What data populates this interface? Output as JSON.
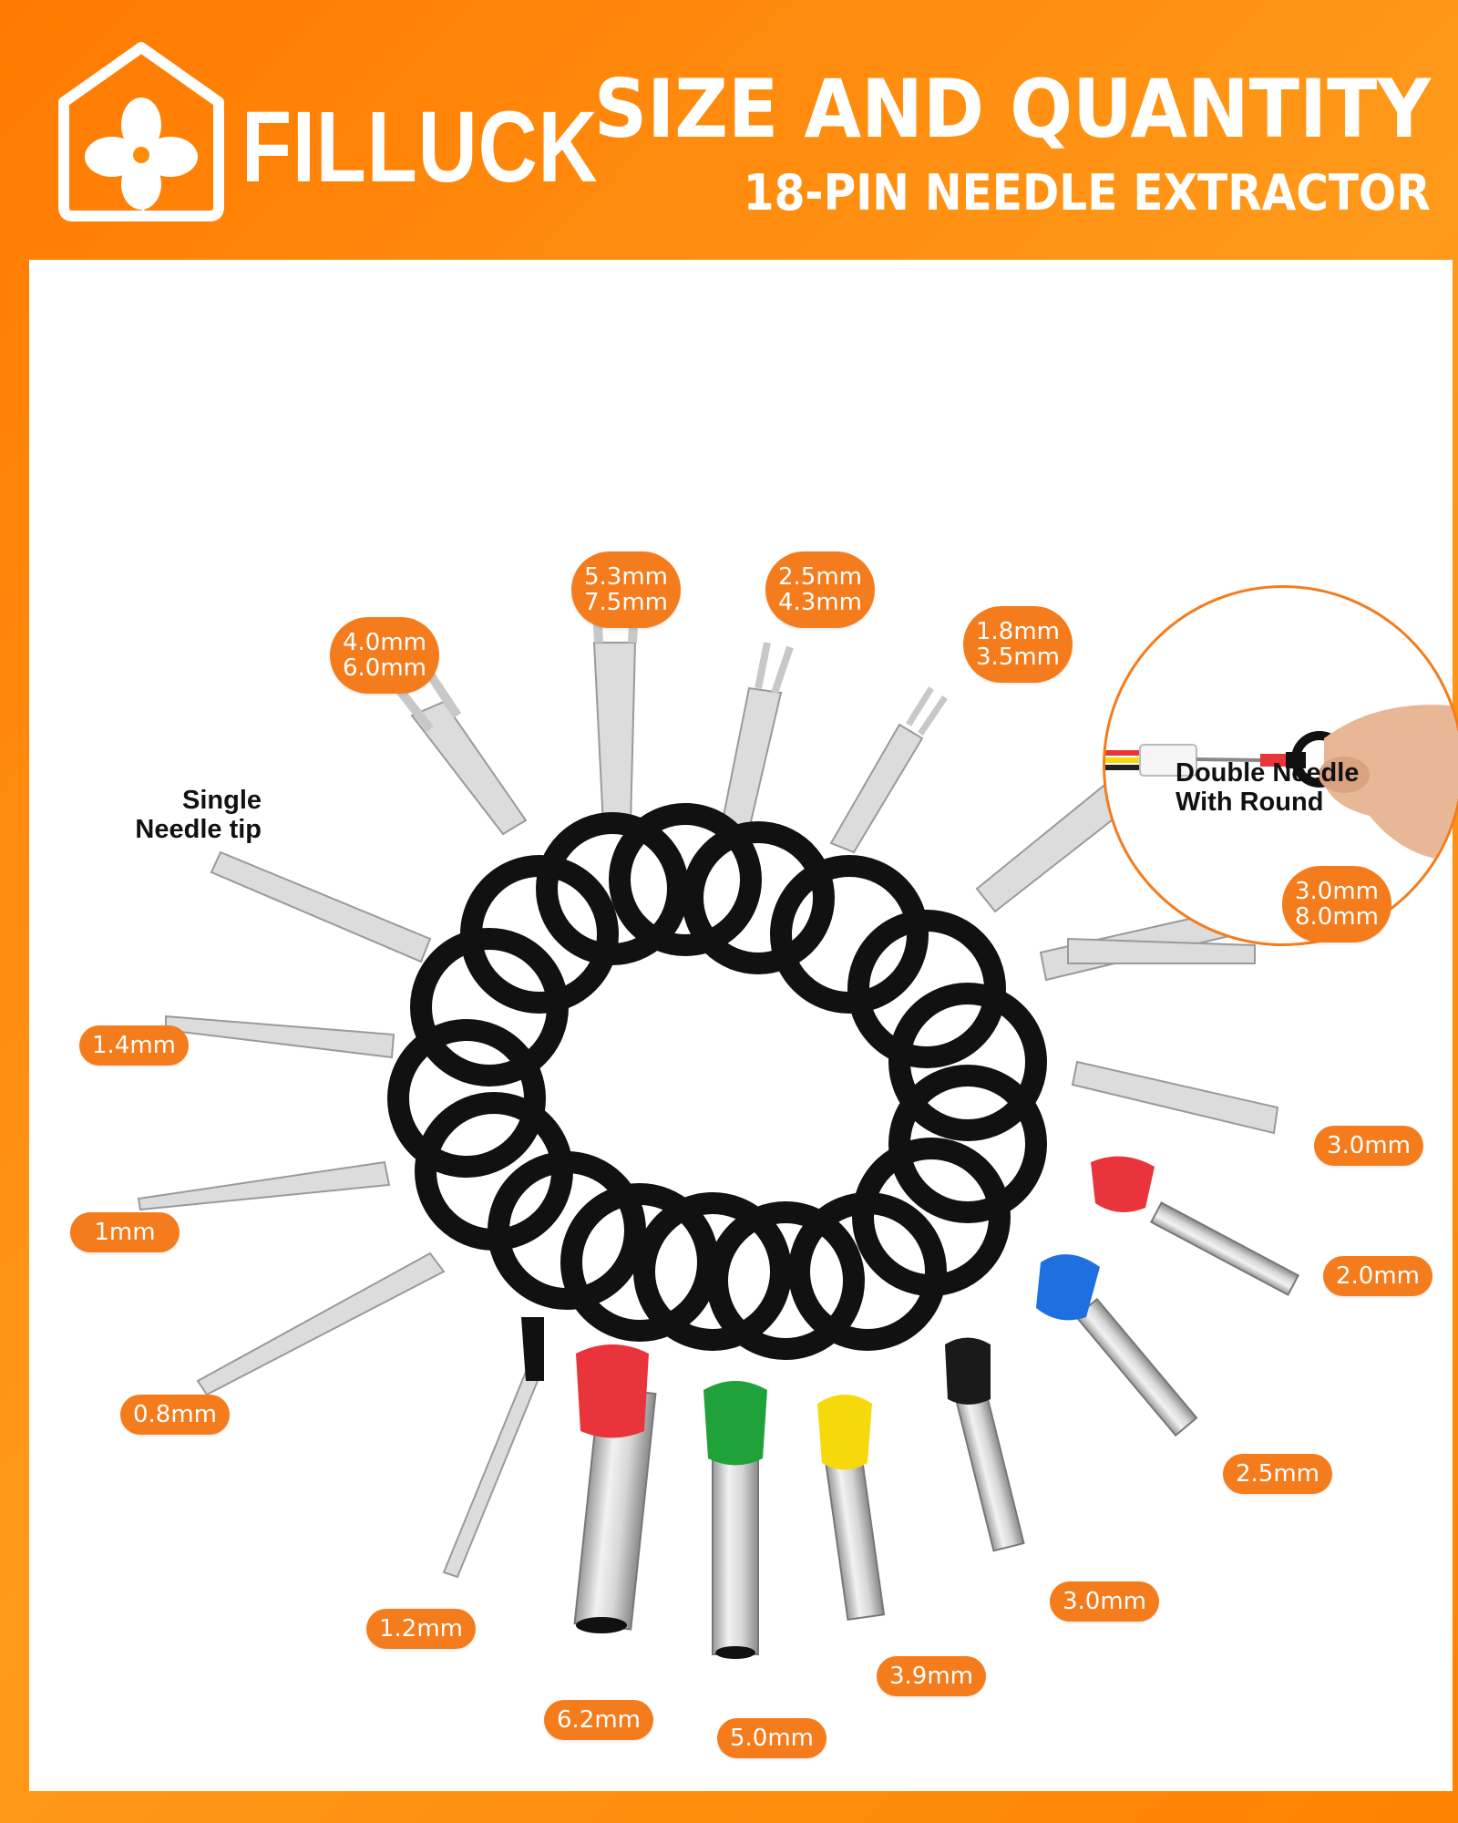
{
  "header": {
    "brand_name": "FILLUCK",
    "title": "SIZE AND QUANTITY",
    "subtitle": "18-PIN NEEDLE EXTRACTOR"
  },
  "captions": {
    "single_line1": "Single",
    "single_line2": "Needle tip",
    "double_line1": "Double Needle",
    "double_line2": "With Round"
  },
  "labels": {
    "fork_4": [
      "4.0mm",
      "6.0mm"
    ],
    "fork_5": [
      "5.3mm",
      "7.5mm"
    ],
    "fork_2": [
      "2.5mm",
      "4.3mm"
    ],
    "fork_1": [
      "1.8mm",
      "3.5mm"
    ],
    "fork_3": [
      "3.0mm",
      "8.0mm"
    ],
    "flat_30": "3.0mm",
    "tube_20": "2.0mm",
    "tube_25": "2.5mm",
    "tube_30": "3.0mm",
    "tube_39": "3.9mm",
    "tube_50": "5.0mm",
    "tube_62": "6.2mm",
    "needle_12": "1.2mm",
    "needle_08": "0.8mm",
    "needle_10": "1mm",
    "needle_14": "1.4mm"
  },
  "colors": {
    "background_orange": "#ff8c0a",
    "label_orange": "#f47c1c",
    "tube_red": "#e8343a",
    "tube_green": "#1fa23a",
    "tube_yellow": "#f5d90a",
    "tube_blue": "#1e6fe0",
    "tube_black": "#1a1a1a",
    "ring_black": "#111111"
  },
  "icons": {
    "logo": "house-clover-logo-icon"
  }
}
